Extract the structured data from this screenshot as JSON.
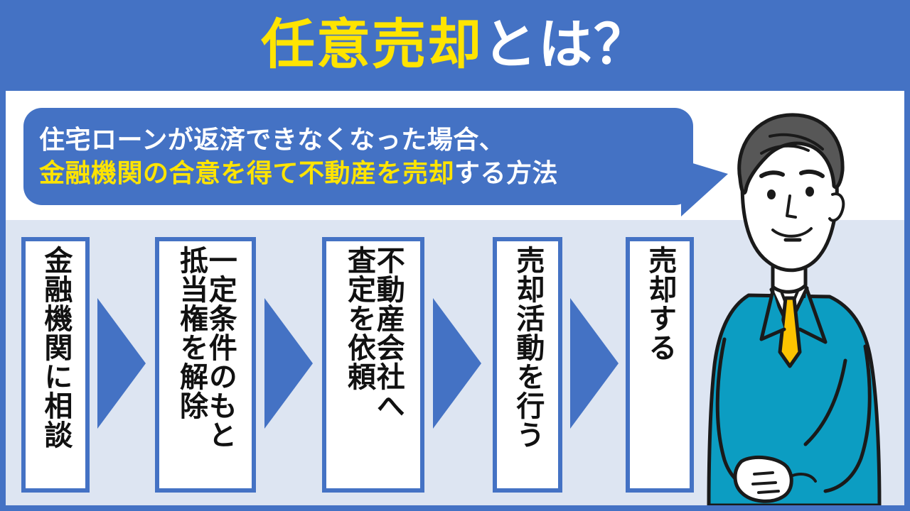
{
  "colors": {
    "banner_blue": "#4472c4",
    "accent_yellow": "#ffe400",
    "light_blue_bg": "#dde5f2",
    "white": "#ffffff",
    "suit_teal": "#0c9dc2",
    "tie_gold": "#fcc300",
    "hair_gray": "#575757",
    "outline": "#1a1a1a"
  },
  "header": {
    "title_highlight": "任意売却",
    "title_plain": "とは？",
    "title_full": "任意売却とは？"
  },
  "speech_bubble": {
    "line1_white": "住宅ローンが返済できなくなった場合、",
    "line2_yellow": "金融機関の合意を得て不動産を売却",
    "line2_white": "する方法",
    "full_text": "住宅ローンが返済できなくなった場合、金融機関の合意を得て不動産を売却する方法"
  },
  "flow": {
    "steps": [
      {
        "index": 1,
        "columns": [
          "金融機関に相談"
        ],
        "text": "金融機関に相談"
      },
      {
        "index": 2,
        "columns": [
          "一定条件のもと",
          "抵当権を解除"
        ],
        "text": "一定条件のもと抵当権を解除"
      },
      {
        "index": 3,
        "columns": [
          "不動産会社へ",
          "査定を依頼"
        ],
        "text": "不動産会社へ査定を依頼"
      },
      {
        "index": 4,
        "columns": [
          "売却活動を行う"
        ],
        "text": "売却活動を行う"
      },
      {
        "index": 5,
        "columns": [
          "売却する"
        ],
        "text": "売却する"
      }
    ],
    "arrow_count": 4
  },
  "illustration": {
    "name": "businessman-illustration",
    "description": "男性ビジネスパーソン"
  }
}
